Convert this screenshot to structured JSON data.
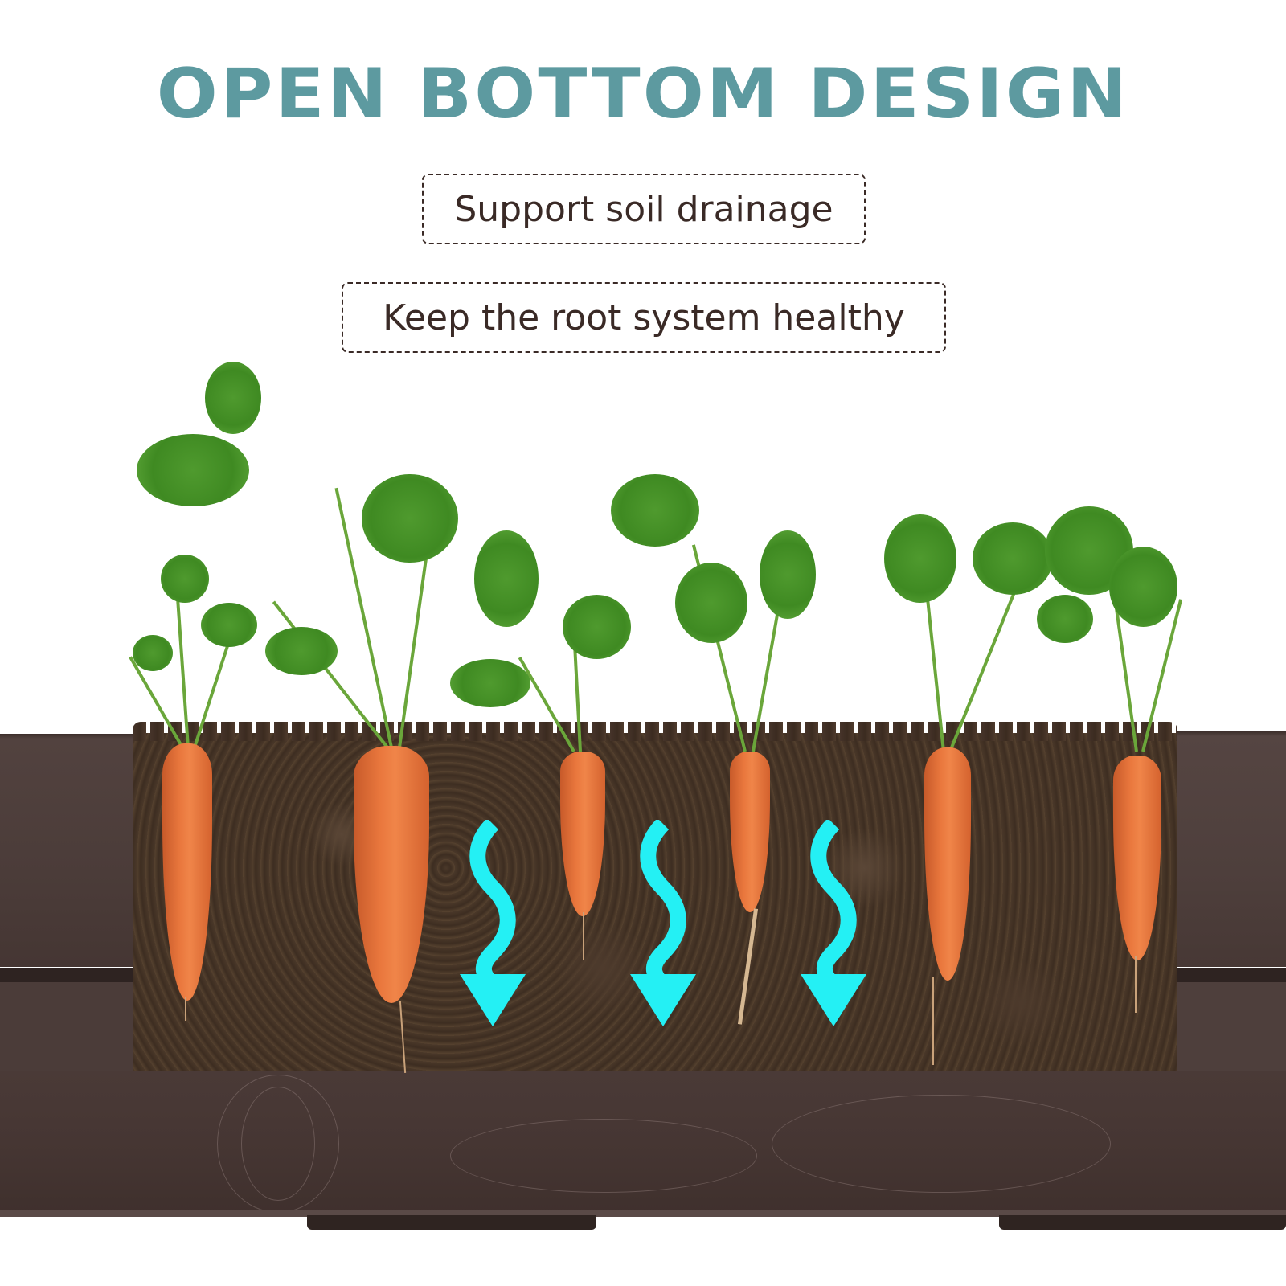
{
  "headline": "OPEN BOTTOM DESIGN",
  "features": [
    {
      "label": "Support soil drainage"
    },
    {
      "label": "Keep the root system healthy"
    }
  ],
  "colors": {
    "headline": "#5d9aa0",
    "feature_text": "#3a2a26",
    "arrow": "#24f0f4",
    "planter_wood": "#4a3b38",
    "soil": "#48362a",
    "carrot": "#e9773d"
  },
  "illustration": {
    "subject": "carrots growing in raised garden bed cross-section",
    "carrot_count": 6,
    "arrow_count": 3,
    "arrow_meaning": "water drains downward through open bottom"
  }
}
